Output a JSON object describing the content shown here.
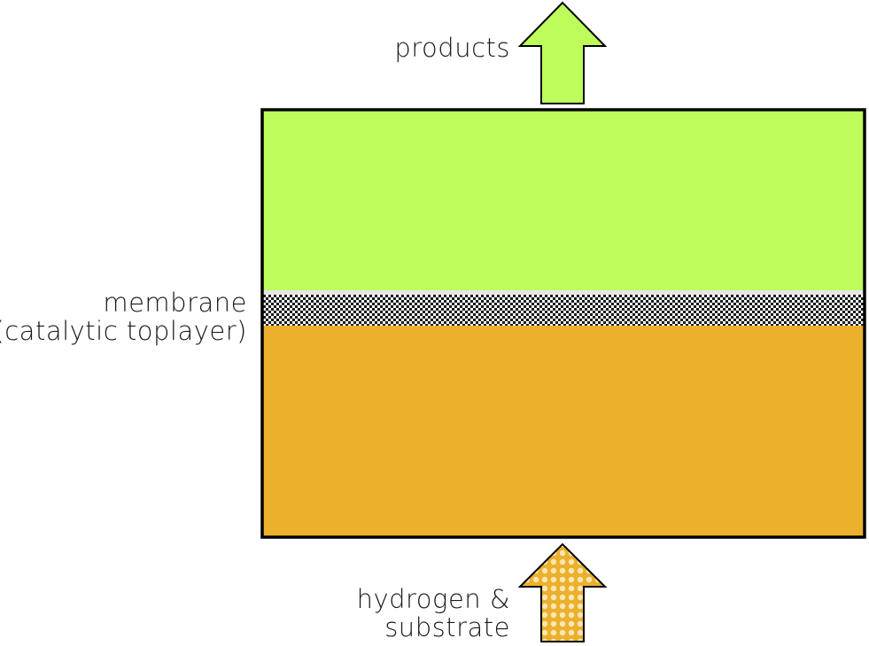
{
  "labels": {
    "products": "products",
    "membrane_line1": "membrane",
    "membrane_line2": "(catalytic toplayer)",
    "feed_line1": "hydrogen &",
    "feed_line2": "substrate"
  },
  "colors": {
    "product_compartment": "#bdfc5a",
    "feed_compartment": "#ebb02c",
    "membrane_dark": "#1a1a1a",
    "membrane_light": "#ffffff",
    "outline": "#000000"
  }
}
